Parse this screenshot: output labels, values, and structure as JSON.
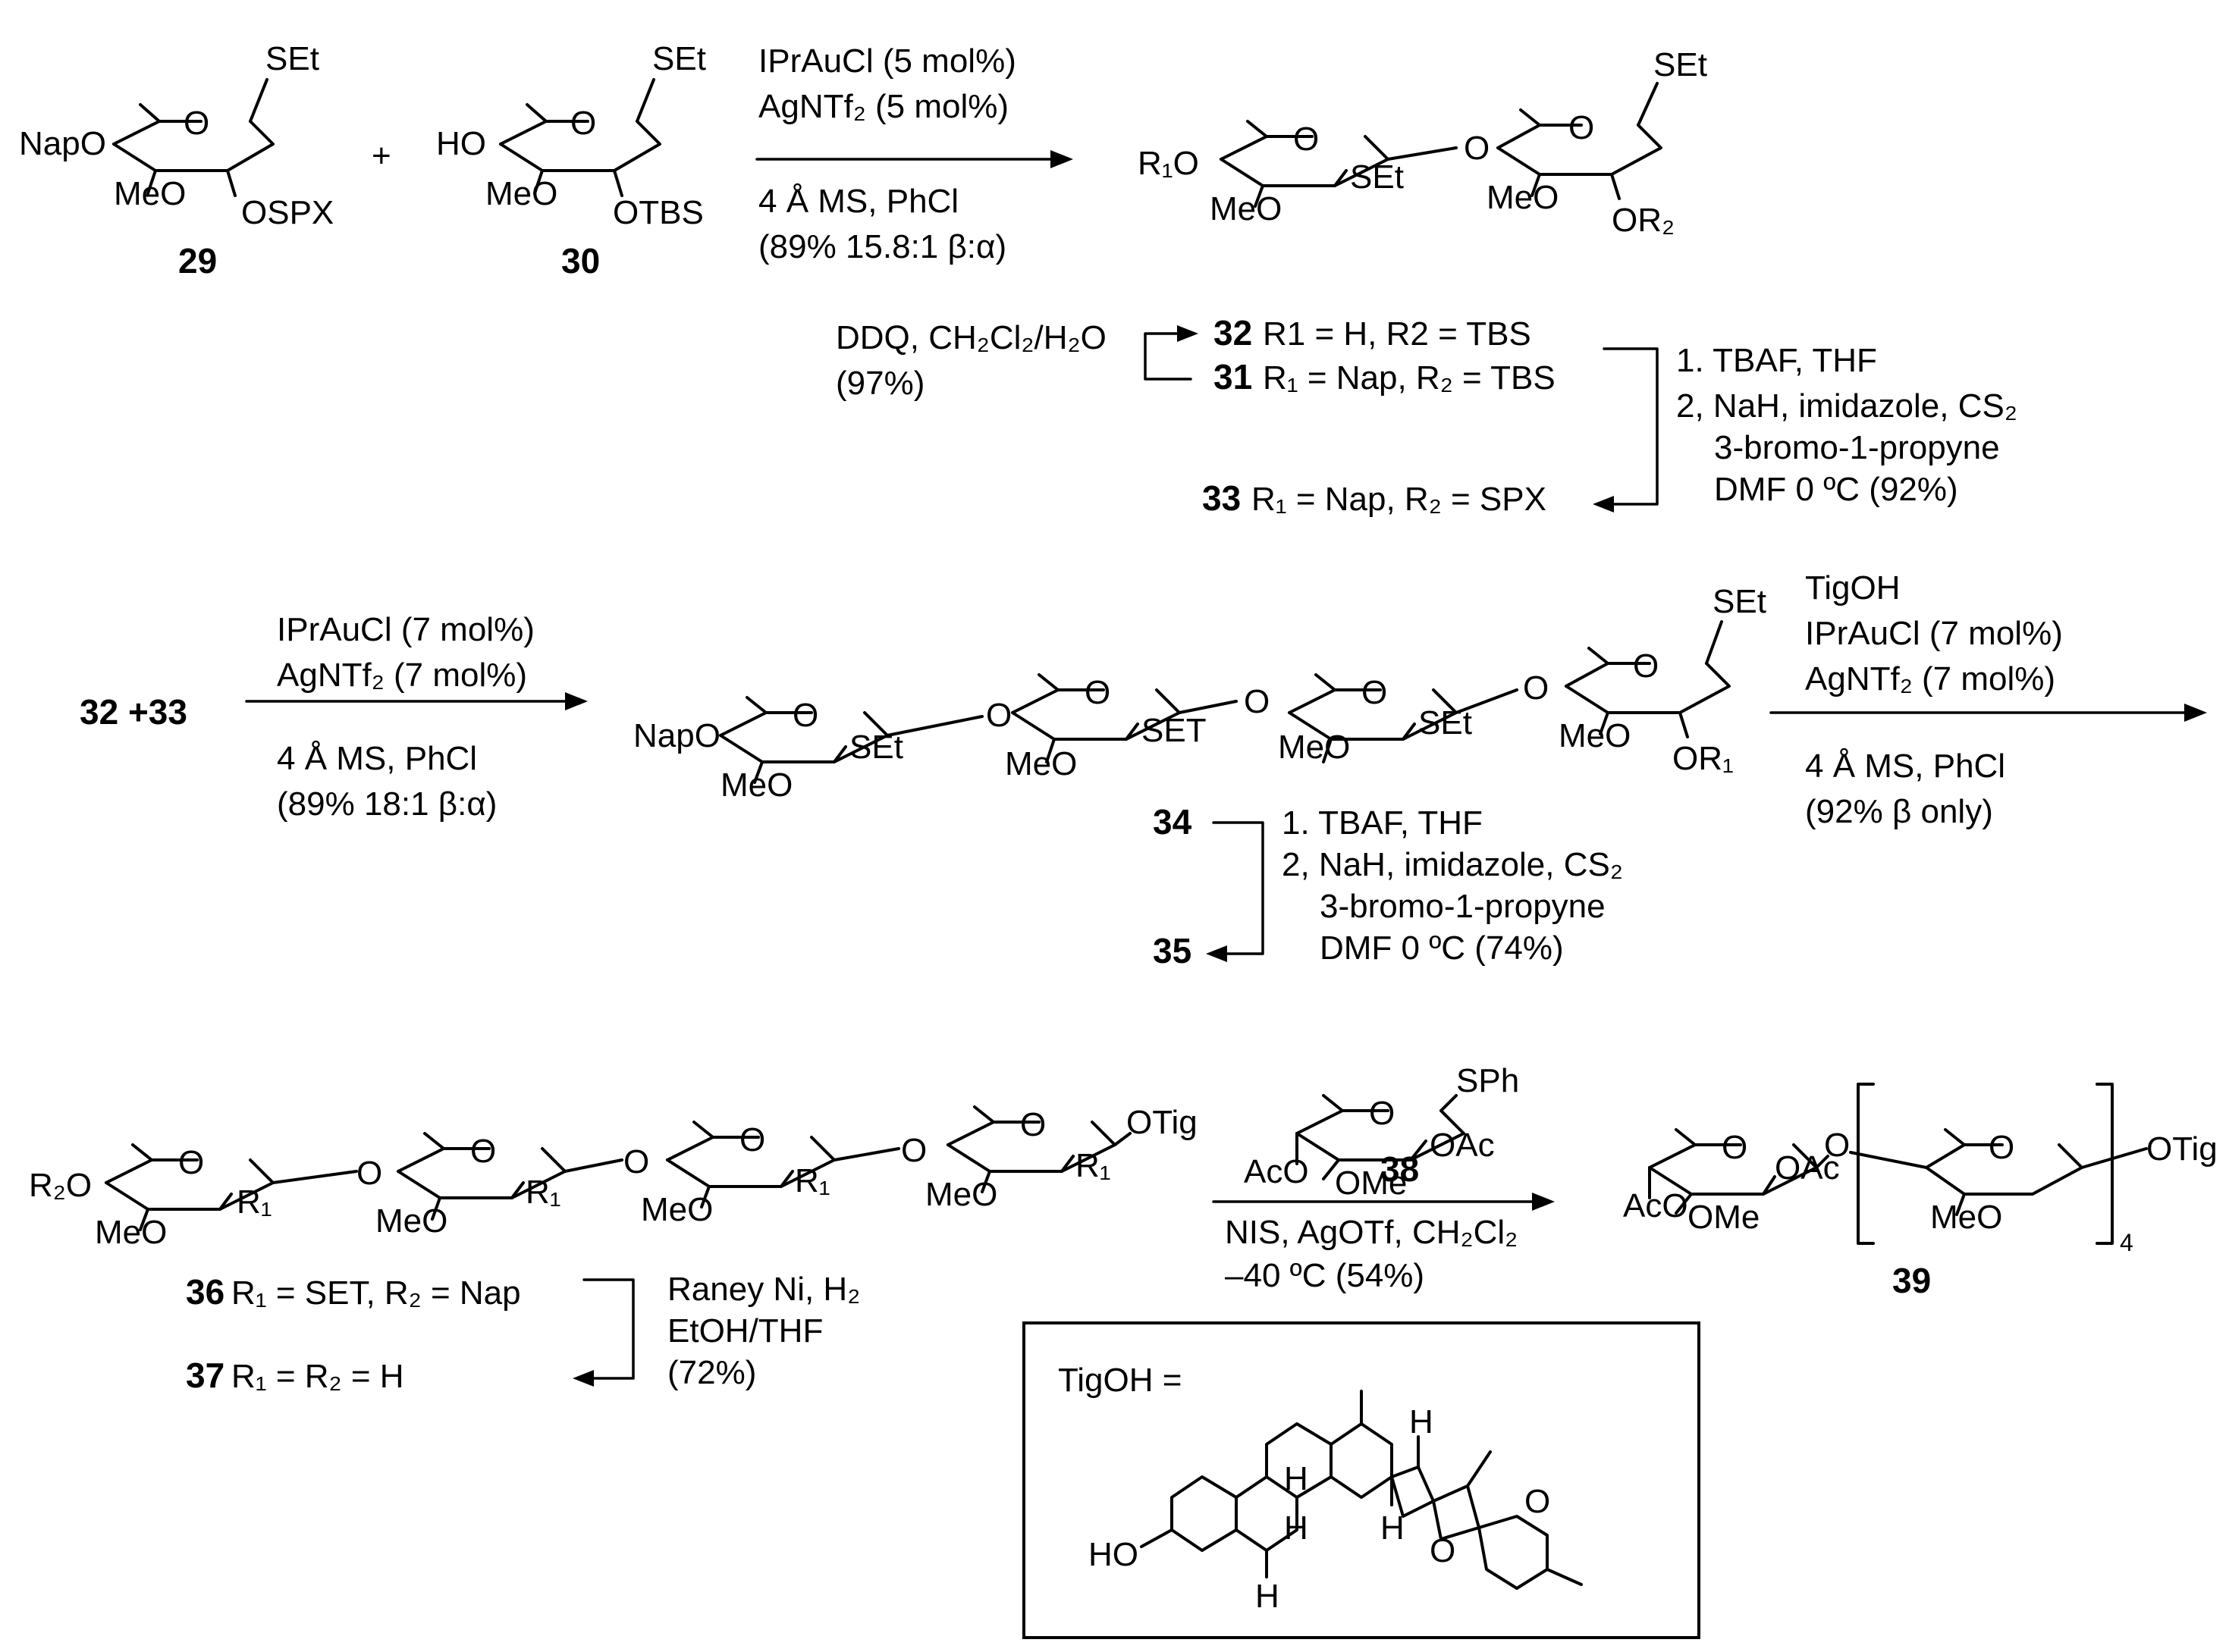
{
  "compounds": {
    "c29": "29",
    "c30": "30",
    "c34": "34",
    "c35": "35",
    "c38": "38",
    "c39": "39",
    "c31_label": "31",
    "c32_label": "32",
    "c33_label": "33",
    "c36_label": "36",
    "c37_label": "37",
    "c31_text": "R₁ = Nap, R₂ = TBS",
    "c32_text": "R1 = H, R2 = TBS",
    "c33_text": "R₁ = Nap, R₂ = SPX",
    "c36_text": "R₁ = SET, R₂ = Nap",
    "c37_text": "R₁ = R₂ = H",
    "plus_sign": "+",
    "c32_c33": "32 +33"
  },
  "substituents": {
    "set": "SEt",
    "set_caps": "SET",
    "sph": "SPh",
    "napo": "NapO",
    "ho": "HO",
    "meo": "MeO",
    "ospx": "OSPX",
    "otbs": "OTBS",
    "r1o": "R₁O",
    "r2o": "R₂O",
    "or2": "OR₂",
    "or1": "OR₁",
    "r1": "R₁",
    "otig": "OTig",
    "oac": "OAc",
    "aco": "AcO",
    "ome": "OMe",
    "o": "O",
    "h": "H",
    "subscript_4": "4"
  },
  "conditions": {
    "step1": [
      "IPrAuCl (5 mol%)",
      "AgNTf₂ (5 mol%)",
      "4 Å MS, PhCl",
      "(89% 15.8:1 β:α)"
    ],
    "step2": [
      "DDQ, CH₂Cl₂/H₂O",
      "(97%)"
    ],
    "step3": [
      "1. TBAF, THF",
      "2, NaH, imidazole, CS₂",
      "3-bromo-1-propyne",
      "DMF 0 ºC (92%)"
    ],
    "step4": [
      "IPrAuCl (7 mol%)",
      "AgNTf₂ (7 mol%)",
      "4 Å MS, PhCl",
      "(89% 18:1 β:α)"
    ],
    "step5": [
      "TigOH",
      "IPrAuCl (7 mol%)",
      "AgNTf₂ (7 mol%)",
      "4 Å MS, PhCl",
      "(92% β only)"
    ],
    "step6": [
      "1. TBAF, THF",
      "2, NaH, imidazole, CS₂",
      "3-bromo-1-propyne",
      "DMF 0 ºC (74%)"
    ],
    "step7": [
      "NIS, AgOTf, CH₂Cl₂",
      "–40 ºC (54%)"
    ],
    "step8": [
      "Raney Ni, H₂",
      "EtOH/THF",
      "(72%)"
    ]
  },
  "tigogenin_box": {
    "label": "TigOH =",
    "ho": "HO",
    "o": "O",
    "h": "H"
  }
}
